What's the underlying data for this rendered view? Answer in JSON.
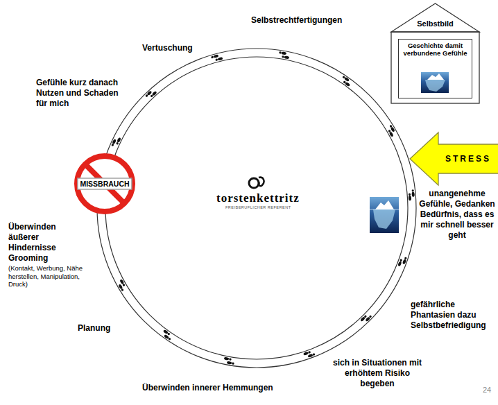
{
  "diagram": {
    "nodes": [
      {
        "text": [
          "Selbstbild"
        ]
      },
      {
        "text": [
          "Geschichte damit verbundene Gefühle"
        ],
        "in": 0
      },
      {
        "text": [
          "STRESS"
        ]
      },
      {
        "text": [
          "MISSBRAUCH"
        ]
      }
    ],
    "labels": [
      "Selbstrechtfertigungen",
      "Vertuschung",
      "Gefühle kurz danach Nutzen und Schaden für mich",
      "unangenehme Gefühle, Gedanken Bedürfnis, dass es mir schnell besser geht",
      "gefährliche Phantasien dazu Selbstbefriedigung",
      "sich in Situationen mit erhöhtem Risiko begeben",
      "Überwinden innerer Hemmungen",
      "Planung",
      "Überwinden äußerer Hindernisse Grooming",
      "(Kontakt, Werbung, Nähe herstellen, Manipulation, Druck)",
      "torstenkettritz",
      "FREIBERUFLICHER REFERENT",
      "24"
    ]
  }
}
